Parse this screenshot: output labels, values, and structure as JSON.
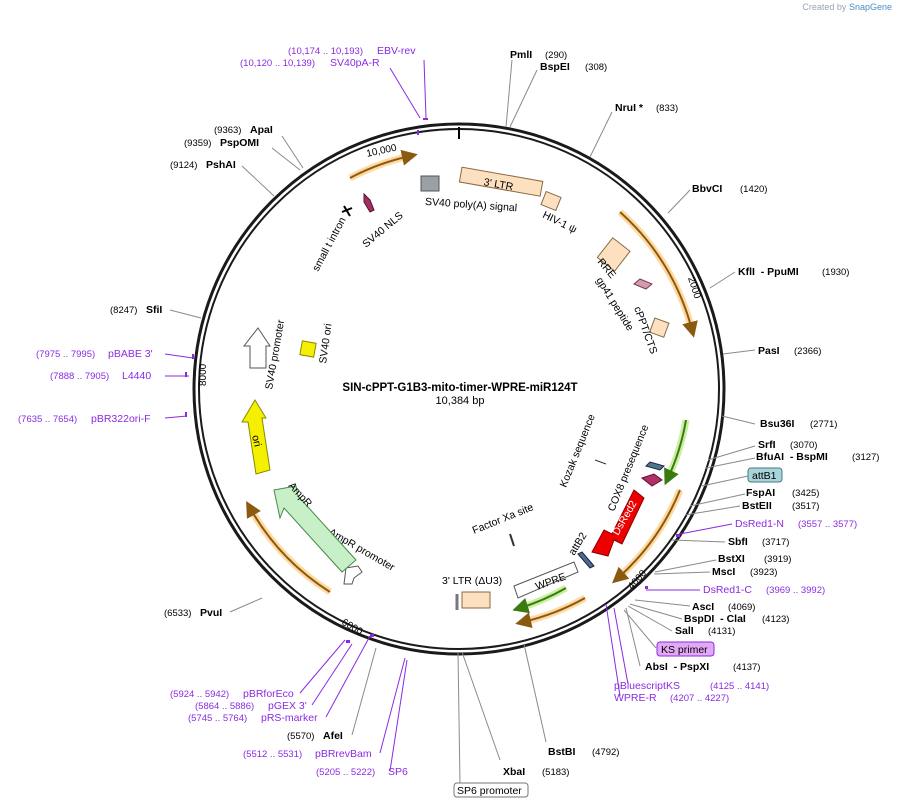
{
  "credit": {
    "prefix": "Created by",
    "brand": "SnapGene"
  },
  "plasmid": {
    "name": "SIN-cPPT-G1B3-mito-timer-WPRE-miR124T",
    "length_label": "10,384 bp",
    "length": 10384
  },
  "ticks": [
    {
      "label": "2000",
      "bp": 2000
    },
    {
      "label": "4000",
      "bp": 4000
    },
    {
      "label": "6000",
      "bp": 6000
    },
    {
      "label": "8000",
      "bp": 8000
    },
    {
      "label": "10,000",
      "bp": 10000
    }
  ],
  "enzymes_right": [
    {
      "name": "PmlI",
      "pos": "(290)"
    },
    {
      "name": "BspEI",
      "pos": "(308)"
    },
    {
      "name": "NruI *",
      "pos": "(833)"
    },
    {
      "name": "BbvCI",
      "pos": "(1420)"
    },
    {
      "name": "KflI  - PpuMI",
      "pos": "(1930)"
    },
    {
      "name": "PasI",
      "pos": "(2366)"
    },
    {
      "name": "Bsu36I",
      "pos": "(2771)"
    },
    {
      "name": "SrfI",
      "pos": "(3070)"
    },
    {
      "name": "BfuAI  - BspMI",
      "pos": "(3127)"
    },
    {
      "name": "FspAI",
      "pos": "(3425)"
    },
    {
      "name": "BstEII",
      "pos": "(3517)"
    },
    {
      "name": "SbfI",
      "pos": "(3717)"
    },
    {
      "name": "BstXI",
      "pos": "(3919)"
    },
    {
      "name": "MscI",
      "pos": "(3923)"
    },
    {
      "name": "AscI",
      "pos": "(4069)"
    },
    {
      "name": "BspDI  - ClaI",
      "pos": "(4123)"
    },
    {
      "name": "SalI",
      "pos": "(4131)"
    },
    {
      "name": "AbsI  - PspXI",
      "pos": "(4137)"
    },
    {
      "name": "BstBI",
      "pos": "(4792)"
    },
    {
      "name": "XbaI",
      "pos": "(5183)"
    }
  ],
  "enzymes_left": [
    {
      "name": "ApaI",
      "pos": "(9363)"
    },
    {
      "name": "PspOMI",
      "pos": "(9359)"
    },
    {
      "name": "PshAI",
      "pos": "(9124)"
    },
    {
      "name": "SfiI",
      "pos": "(8247)"
    },
    {
      "name": "PvuI",
      "pos": "(6533)"
    },
    {
      "name": "AfeI",
      "pos": "(5570)"
    }
  ],
  "primers": [
    {
      "name": "EBV-rev",
      "pos": "(10,174 .. 10,193)"
    },
    {
      "name": "SV40pA-R",
      "pos": "(10,120 .. 10,139)"
    },
    {
      "name": "DsRed1-N",
      "pos": "(3557 .. 3577)"
    },
    {
      "name": "DsRed1-C",
      "pos": "(3969 .. 3992)"
    },
    {
      "name": "pBluescriptKS",
      "pos": "(4125 .. 4141)"
    },
    {
      "name": "WPRE-R",
      "pos": "(4207 .. 4227)"
    },
    {
      "name": "pBABE 3'",
      "pos": "(7975 .. 7995)"
    },
    {
      "name": "L4440",
      "pos": "(7888 .. 7905)"
    },
    {
      "name": "pBR322ori-F",
      "pos": "(7635 .. 7654)"
    },
    {
      "name": "pBRforEco",
      "pos": "(5924 .. 5942)"
    },
    {
      "name": "pGEX 3'",
      "pos": "(5864 .. 5886)"
    },
    {
      "name": "pRS-marker",
      "pos": "(5745 .. 5764)"
    },
    {
      "name": "pBRrevBam",
      "pos": "(5512 .. 5531)"
    },
    {
      "name": "SP6",
      "pos": "(5205 .. 5222)"
    }
  ],
  "boxed_labels": [
    {
      "name": "attB1",
      "fill": "#a9d4dc"
    },
    {
      "name": "KS primer",
      "fill": "#e3a8f5"
    },
    {
      "name": "SP6 promoter",
      "fill": "#ffffff"
    }
  ],
  "features": {
    "ltr5": "3' LTR",
    "sv40pa": "SV40 poly(A) signal",
    "hiv_psi": "HIV-1 ψ",
    "rre": "RRE",
    "gp41": "gp41 peptide",
    "cppt": "cPPT/CTS",
    "kozak": "Kozak sequence",
    "cox8": "COX8 presequence",
    "dsred2": "DsRed2",
    "attb2": "attB2",
    "factorxa": "Factor Xa site",
    "wpre": "WPRE",
    "ltr3": "3' LTR (ΔU3)",
    "ampr_prom": "AmpR promoter",
    "ampr": "AmpR",
    "ori": "ori",
    "sv40prom": "SV40 promoter",
    "sv40ori": "SV40 ori",
    "small_t": "small t intron",
    "sv40nls": "SV40 NLS"
  },
  "colors": {
    "backbone": "#1a1a1a",
    "primer": "#8a2be2",
    "orf_fill": "#f0a030",
    "orf_stroke": "#ffd9a0",
    "ltr_fill": "#fce0c0",
    "dsred": "#ee0000",
    "ori_yellow": "#f5f000",
    "ampr_green": "#c8f0c8",
    "green_arrow": "#6cc020"
  }
}
